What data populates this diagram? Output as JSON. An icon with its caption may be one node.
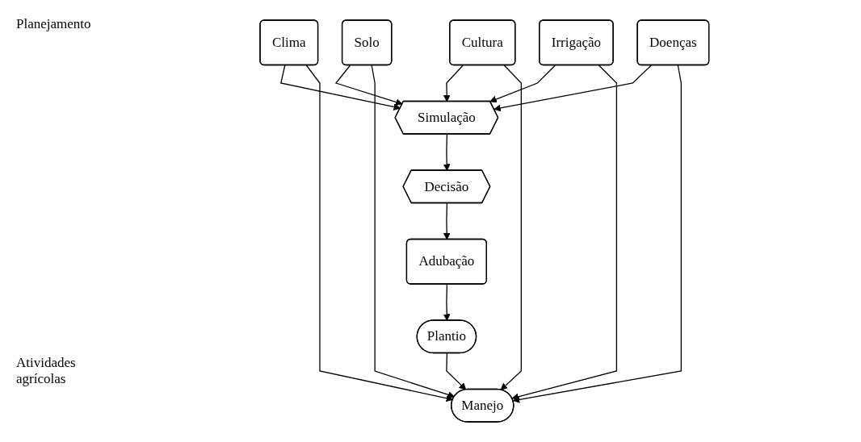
{
  "diagram": {
    "nodes": [
      {
        "text": [
          "Simulação"
        ]
      },
      {
        "text": [
          "Decisão"
        ]
      },
      {
        "text": [
          "Clima"
        ]
      },
      {
        "text": [
          "Solo"
        ]
      },
      {
        "text": [
          "Cultura"
        ]
      },
      {
        "text": [
          "Irrigação"
        ]
      },
      {
        "text": [
          "Doenças"
        ]
      },
      {
        "text": [
          "Adubação"
        ]
      },
      {
        "text": [
          "Manejo"
        ]
      },
      {
        "text": [
          "Plantio"
        ]
      }
    ],
    "edges": [
      {
        "from": 2,
        "to": 0,
        "arrow": "to"
      },
      {
        "from": 3,
        "to": 0,
        "arrow": "to"
      },
      {
        "from": 4,
        "to": 0,
        "arrow": "to"
      },
      {
        "from": 5,
        "to": 0,
        "arrow": "to"
      },
      {
        "from": 6,
        "to": 0,
        "arrow": "to"
      },
      {
        "from": 0,
        "to": 1,
        "arrow": "to"
      },
      {
        "from": 1,
        "to": 7,
        "arrow": "to"
      },
      {
        "from": 2,
        "to": 8,
        "arrow": "to"
      },
      {
        "from": 3,
        "to": 8,
        "arrow": "to"
      },
      {
        "from": 4,
        "to": 8,
        "arrow": "to"
      },
      {
        "from": 5,
        "to": 8,
        "arrow": "to"
      },
      {
        "from": 6,
        "to": 8,
        "arrow": "to"
      },
      {
        "from": 7,
        "to": 9,
        "arrow": "to"
      },
      {
        "from": 9,
        "to": 8,
        "arrow": "to"
      }
    ],
    "labels": [
      "Planejamento",
      "Atividades agrícolas"
    ]
  }
}
